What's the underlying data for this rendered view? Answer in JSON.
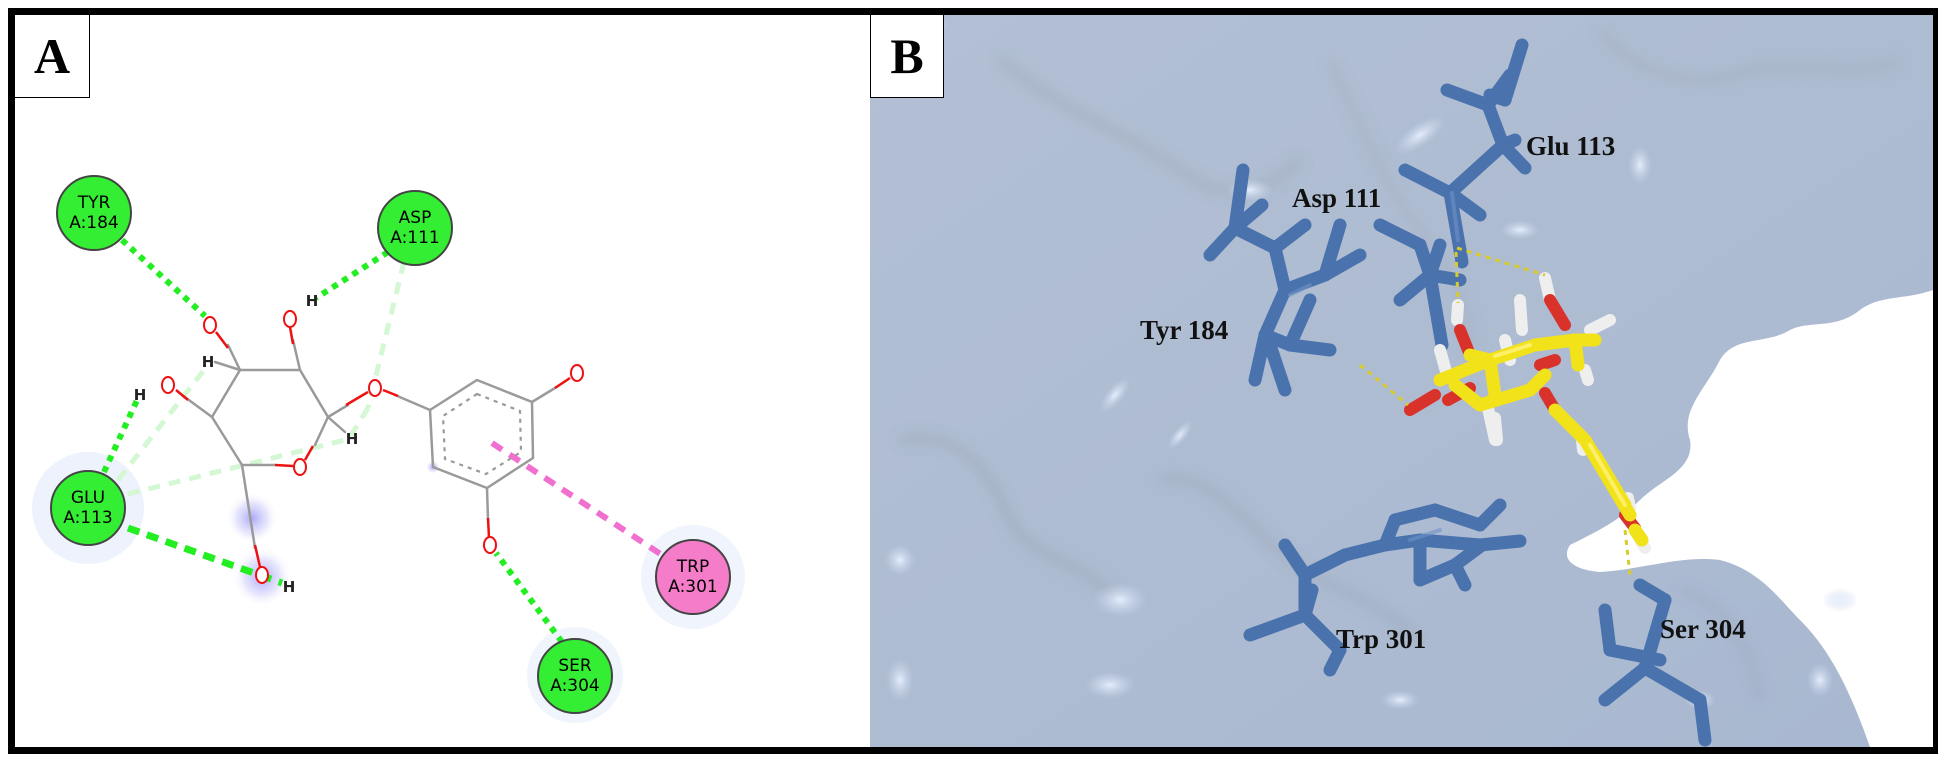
{
  "figure": {
    "panel_a": {
      "label": "A",
      "residues": [
        {
          "name": "TYR",
          "chain_id": "A:184",
          "color": "#33ee33",
          "interaction": "hydrogen-bond"
        },
        {
          "name": "ASP",
          "chain_id": "A:111",
          "color": "#33ee33",
          "interaction": "hydrogen-bond"
        },
        {
          "name": "GLU",
          "chain_id": "A:113",
          "color": "#33ee33",
          "interaction": "hydrogen-bond"
        },
        {
          "name": "TRP",
          "chain_id": "A:301",
          "color": "#f57cc8",
          "interaction": "pi-interaction"
        },
        {
          "name": "SER",
          "chain_id": "A:304",
          "color": "#33ee33",
          "interaction": "hydrogen-bond"
        }
      ],
      "atom_labels": {
        "oxygen": "O",
        "hydrogen": "H"
      },
      "colors": {
        "h_bond": "#22ee22",
        "carbon_h_bond": "#d6f7d6",
        "pi_bond": "#f06fcf",
        "bond": "#999999",
        "oxygen": "#ee1111"
      }
    },
    "panel_b": {
      "label": "B",
      "residue_labels": [
        {
          "text": "Glu 113"
        },
        {
          "text": "Asp 111"
        },
        {
          "text": "Tyr 184"
        },
        {
          "text": "Trp 301"
        },
        {
          "text": "Ser 304"
        }
      ],
      "colors": {
        "surface": "#aebcd3",
        "residue_sticks": "#4a72ad",
        "ligand_carbon": "#f2e21a",
        "ligand_oxygen": "#d8322a",
        "ligand_hydrogen": "#f0f0f0",
        "h_bond_dash": "#d8cc2a"
      }
    }
  }
}
